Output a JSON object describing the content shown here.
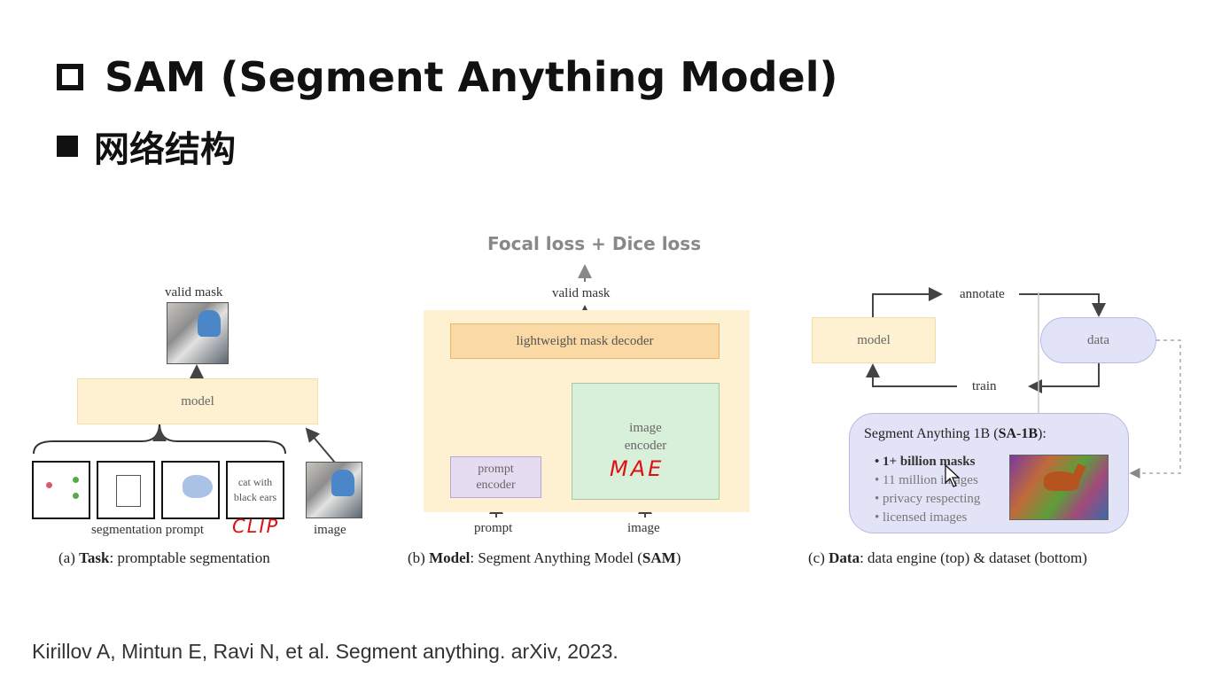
{
  "slide": {
    "title": "SAM (Segment Anything Model)",
    "subtitle": "网络结构"
  },
  "panel_a": {
    "valid_mask_label": "valid mask",
    "model_label": "model",
    "prompt_text": "cat with black ears",
    "segmentation_prompt_label": "segmentation prompt",
    "handwritten_note": "CLIP",
    "image_label": "image",
    "caption_prefix": "(a) ",
    "caption_bold": "Task",
    "caption_rest": ": promptable segmentation"
  },
  "panel_b": {
    "loss_label": "Focal loss + Dice loss",
    "valid_mask_label": "valid mask",
    "decoder_label": "lightweight mask decoder",
    "image_encoder_label": "image encoder",
    "handwritten_note": "MAE",
    "prompt_encoder_label": "prompt encoder",
    "prompt_label": "prompt",
    "image_label": "image",
    "caption_prefix": "(b) ",
    "caption_bold": "Model",
    "caption_mid": ": Segment Anything Model (",
    "caption_bold2": "SAM",
    "caption_end": ")"
  },
  "panel_c": {
    "annotate_label": "annotate",
    "model_label": "model",
    "data_label": "data",
    "train_label": "train",
    "dataset_title_prefix": "Segment Anything 1B (",
    "dataset_title_bold": "SA-1B",
    "dataset_title_suffix": "):",
    "bullets": [
      "1+ billion masks",
      "11 million images",
      "privacy respecting",
      "licensed images"
    ],
    "caption_prefix": "(c) ",
    "caption_bold": "Data",
    "caption_rest": ": data engine (top) & dataset (bottom)"
  },
  "footer": {
    "citation": "Kirillov A, Mintun E, Ravi N, et al. Segment anything. arXiv, 2023."
  },
  "colors": {
    "yellow_fill": "#fdf1d2",
    "orange_fill": "#fbd9a4",
    "green_fill": "#d8efd9",
    "purple_fill": "#e6dcf2",
    "lavender_fill": "#e3e3f8",
    "handwriting": "#dd1111"
  }
}
